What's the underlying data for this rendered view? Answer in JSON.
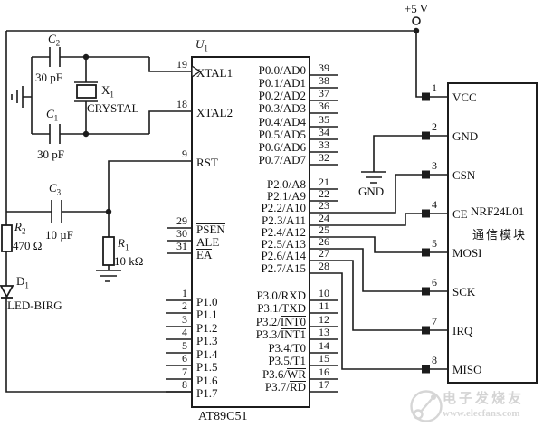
{
  "schematic": {
    "power_label": "+5 V",
    "mcu": {
      "ref": "U",
      "ref_sub": "1",
      "part": "AT89C51",
      "left_pins": [
        {
          "num": "19",
          "label": "XTAL1"
        },
        {
          "num": "18",
          "label": "XTAL2"
        },
        {
          "num": "9",
          "label": "RST"
        }
      ],
      "ctrl_pins": [
        {
          "num": "29",
          "pre": "",
          "ov": "PSEN"
        },
        {
          "num": "30",
          "pre": "ALE",
          "ov": ""
        },
        {
          "num": "31",
          "pre": "",
          "ov": "EA"
        }
      ],
      "p1_pins": [
        {
          "num": "1",
          "label": "P1.0"
        },
        {
          "num": "2",
          "label": "P1.1"
        },
        {
          "num": "3",
          "label": "P1.2"
        },
        {
          "num": "4",
          "label": "P1.3"
        },
        {
          "num": "5",
          "label": "P1.4"
        },
        {
          "num": "6",
          "label": "P1.5"
        },
        {
          "num": "7",
          "label": "P1.6"
        },
        {
          "num": "8",
          "label": "P1.7"
        }
      ],
      "p0_pins": [
        {
          "num": "39",
          "label": "P0.0/AD0"
        },
        {
          "num": "38",
          "label": "P0.1/AD1"
        },
        {
          "num": "37",
          "label": "P0.2/AD2"
        },
        {
          "num": "36",
          "label": "P0.3/AD3"
        },
        {
          "num": "35",
          "label": "P0.4/AD4"
        },
        {
          "num": "34",
          "label": "P0.5/AD5"
        },
        {
          "num": "33",
          "label": "P0.6/AD6"
        },
        {
          "num": "32",
          "label": "P0.7/AD7"
        }
      ],
      "p2_pins": [
        {
          "num": "21",
          "label": "P2.0/A8"
        },
        {
          "num": "22",
          "label": "P2.1/A9"
        },
        {
          "num": "23",
          "label": "P2.2/A10"
        },
        {
          "num": "24",
          "label": "P2.3/A11"
        },
        {
          "num": "25",
          "label": "P2.4/A12"
        },
        {
          "num": "26",
          "label": "P2.5/A13"
        },
        {
          "num": "27",
          "label": "P2.6/A14"
        },
        {
          "num": "28",
          "label": "P2.7/A15"
        }
      ],
      "p3_pins": [
        {
          "num": "10",
          "pre": "P3.0/RXD",
          "ov": ""
        },
        {
          "num": "11",
          "pre": "P3.1/TXD",
          "ov": ""
        },
        {
          "num": "12",
          "pre": "P3.2/",
          "ov": "INT0"
        },
        {
          "num": "13",
          "pre": "P3.3/",
          "ov": "INT1"
        },
        {
          "num": "14",
          "pre": "P3.4/T0",
          "ov": ""
        },
        {
          "num": "15",
          "pre": "P3.5/T1",
          "ov": ""
        },
        {
          "num": "16",
          "pre": "P3.6/",
          "ov": "WR"
        },
        {
          "num": "17",
          "pre": "P3.7/",
          "ov": "RD"
        }
      ]
    },
    "rf_module": {
      "part": "NRF24L01",
      "subtitle": "通信模块",
      "gnd_label": "GND",
      "pins": [
        {
          "num": "1",
          "label": "VCC"
        },
        {
          "num": "2",
          "label": "GND"
        },
        {
          "num": "3",
          "label": "CSN"
        },
        {
          "num": "4",
          "label": "CE"
        },
        {
          "num": "5",
          "label": "MOSI"
        },
        {
          "num": "6",
          "label": "SCK"
        },
        {
          "num": "7",
          "label": "IRQ"
        },
        {
          "num": "8",
          "label": "MISO"
        }
      ]
    },
    "components": {
      "c2": {
        "ref": "C",
        "sub": "2",
        "value": "30 pF"
      },
      "c1": {
        "ref": "C",
        "sub": "1",
        "value": "30 pF"
      },
      "c3": {
        "ref": "C",
        "sub": "3",
        "value": "10 µF"
      },
      "x1": {
        "ref": "X",
        "sub": "1",
        "value": "CRYSTAL"
      },
      "r2": {
        "ref": "R",
        "sub": "2",
        "value": "470 Ω"
      },
      "r1": {
        "ref": "R",
        "sub": "1",
        "value": "10 kΩ"
      },
      "d1": {
        "ref": "D",
        "sub": "1",
        "value": "LED-BIRG"
      }
    },
    "colors": {
      "line": "#1c1c1c",
      "background": "#ffffff",
      "watermark": "#d6d6d6"
    }
  },
  "watermark": {
    "brand": "电子发烧友",
    "url": "www.elecfans.com"
  }
}
